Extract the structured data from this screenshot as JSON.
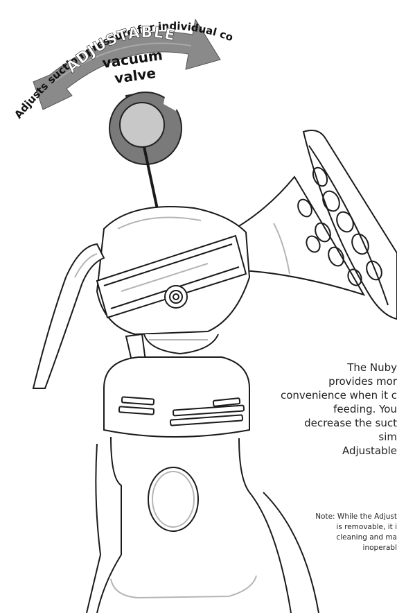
{
  "diagram": {
    "arc_caption": "Adjusts suction pressure for individual comfort",
    "arrow_label": "ADJUSTABLE",
    "valve_label": [
      "vacuum",
      "valve"
    ]
  },
  "description": {
    "lines": [
      "The Nuby",
      "provides mor",
      "convenience when it c",
      "feeding. You",
      "decrease the suct",
      "sim",
      "Adjustable"
    ]
  },
  "note": {
    "lines": [
      "Note: While the Adjust",
      "is removable, it i",
      "cleaning and ma",
      "inoperabl"
    ]
  },
  "colors": {
    "line": "#1a1a1a",
    "arrow_gray": "#8a8a8a",
    "valve_dark": "#7a7a7a",
    "valve_light": "#c8c8c8",
    "faint": "#b5b5b5"
  }
}
